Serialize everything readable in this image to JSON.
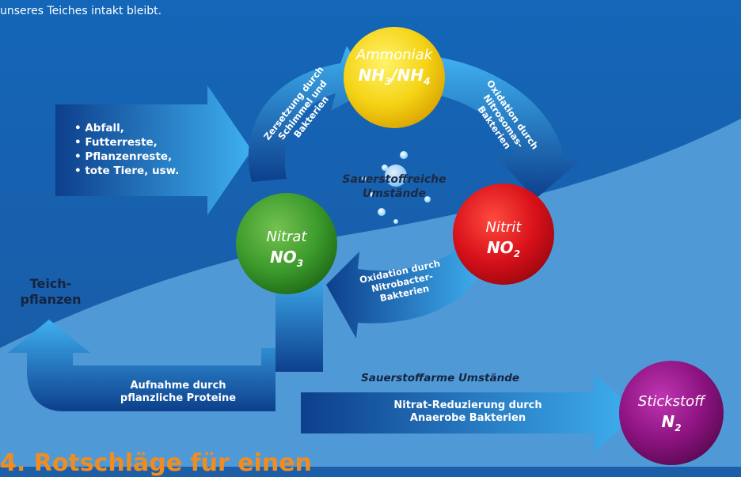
{
  "intro_text": "unseres Teiches intakt bleibt.",
  "sources": [
    "Abfall,",
    "Futterreste,",
    "Pflanzenreste,",
    "tote Tiere, usw."
  ],
  "nodes": {
    "ammoniak": {
      "name": "Ammoniak",
      "formula_main": "NH",
      "sub1": "3",
      "slash": "/NH",
      "sub2": "4",
      "color": "#f5d315"
    },
    "nitrit": {
      "name": "Nitrit",
      "formula_main": "NO",
      "sub1": "2",
      "color": "#d8111a"
    },
    "nitrat": {
      "name": "Nitrat",
      "formula_main": "NO",
      "sub1": "3",
      "color": "#3c9a2c"
    },
    "stickstoff": {
      "name": "Stickstoff",
      "formula_main": "N",
      "sub1": "2",
      "color": "#8c1380"
    }
  },
  "arrows": {
    "zersetzung": [
      "Zersetzung durch",
      "Schimmel und",
      "Bakterien"
    ],
    "nitrosomas": [
      "Oxidation durch",
      "Nitrosomas-",
      "Bakterien"
    ],
    "nitrobacter": [
      "Oxidation durch",
      "Nitrobacter-",
      "Bakterien"
    ],
    "aufnahme": [
      "Aufnahme durch",
      "pflanzliche Proteine"
    ],
    "reduzierung": [
      "Nitrat-Reduzierung durch",
      "Anaerobe Bakterien"
    ]
  },
  "center_label": [
    "Sauerstoffreiche",
    "Umstände"
  ],
  "teich_label": [
    "Teich-",
    "pflanzen"
  ],
  "low_oxygen_label": "Sauerstoffarme Umstände",
  "bottom_heading": "4. Rotschläge für einen",
  "colors": {
    "bg_dark": "#1d5ea8",
    "bg_light": "#4f9ad6",
    "arrow_light": "#3aa8ec",
    "arrow_dark": "#10479a"
  }
}
